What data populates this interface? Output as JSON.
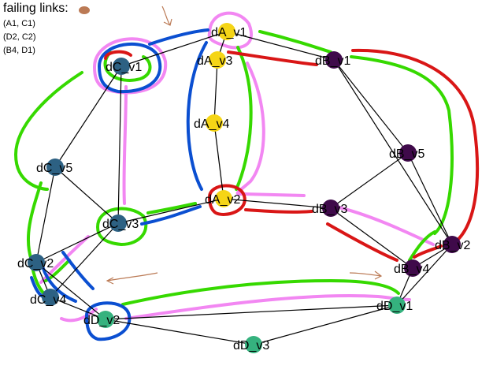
{
  "legend": {
    "title": "failing links:",
    "items": [
      "(A1, C1)",
      "(D2, C2)",
      "(B4, D1)"
    ]
  },
  "colors": {
    "yellow_node": "#f5d516",
    "blue_node": "#2d6183",
    "purple_node": "#3f0a4a",
    "green_node": "#35b27e",
    "pink_path": "#f287f2",
    "green_path": "#36d900",
    "blue_path": "#0b4fd1",
    "red_path": "#d91616",
    "brown_marker": "#bb7a55"
  },
  "nodes": [
    {
      "id": "dA_v1",
      "label": "dA_v1",
      "group": "A"
    },
    {
      "id": "dA_v3",
      "label": "dA_v3",
      "group": "A"
    },
    {
      "id": "dA_v4",
      "label": "dA_v4",
      "group": "A"
    },
    {
      "id": "dA_v2",
      "label": "dA_v2",
      "group": "A"
    },
    {
      "id": "dC_v1",
      "label": "dC_v1",
      "group": "C"
    },
    {
      "id": "dC_v5",
      "label": "dC_v5",
      "group": "C"
    },
    {
      "id": "dC_v3",
      "label": "dC_v3",
      "group": "C"
    },
    {
      "id": "dC_v2",
      "label": "dC_v2",
      "group": "C"
    },
    {
      "id": "dC_v4",
      "label": "dC_v4",
      "group": "C"
    },
    {
      "id": "dB_v1",
      "label": "dB_v1",
      "group": "B"
    },
    {
      "id": "dB_v5",
      "label": "dB_v5",
      "group": "B"
    },
    {
      "id": "dB_v3",
      "label": "dB_v3",
      "group": "B"
    },
    {
      "id": "dB_v2",
      "label": "dB_v2",
      "group": "B"
    },
    {
      "id": "dB_v4",
      "label": "dB_v4",
      "group": "B"
    },
    {
      "id": "dD_v1",
      "label": "dD_v1",
      "group": "D"
    },
    {
      "id": "dD_v2",
      "label": "dD_v2",
      "group": "D"
    },
    {
      "id": "dD_v3",
      "label": "dD_v3",
      "group": "D"
    }
  ],
  "edges": [
    [
      "dA_v1",
      "dA_v3"
    ],
    [
      "dA_v3",
      "dA_v4"
    ],
    [
      "dA_v4",
      "dA_v2"
    ],
    [
      "dA_v1",
      "dC_v1"
    ],
    [
      "dA_v1",
      "dB_v1"
    ],
    [
      "dC_v1",
      "dC_v5"
    ],
    [
      "dC_v1",
      "dC_v3"
    ],
    [
      "dC_v5",
      "dC_v2"
    ],
    [
      "dC_v5",
      "dC_v3"
    ],
    [
      "dC_v3",
      "dA_v2"
    ],
    [
      "dC_v3",
      "dC_v2"
    ],
    [
      "dC_v3",
      "dC_v4"
    ],
    [
      "dC_v2",
      "dC_v4"
    ],
    [
      "dC_v2",
      "dD_v2"
    ],
    [
      "dC_v4",
      "dD_v2"
    ],
    [
      "dA_v2",
      "dB_v3"
    ],
    [
      "dB_v1",
      "dB_v5"
    ],
    [
      "dB_v1",
      "dB_v2"
    ],
    [
      "dB_v5",
      "dB_v3"
    ],
    [
      "dB_v5",
      "dB_v2"
    ],
    [
      "dB_v3",
      "dB_v4"
    ],
    [
      "dB_v2",
      "dB_v4"
    ],
    [
      "dB_v2",
      "dD_v1"
    ],
    [
      "dB_v4",
      "dD_v1"
    ],
    [
      "dD_v1",
      "dD_v2"
    ],
    [
      "dD_v1",
      "dD_v3"
    ],
    [
      "dD_v2",
      "dD_v3"
    ]
  ]
}
